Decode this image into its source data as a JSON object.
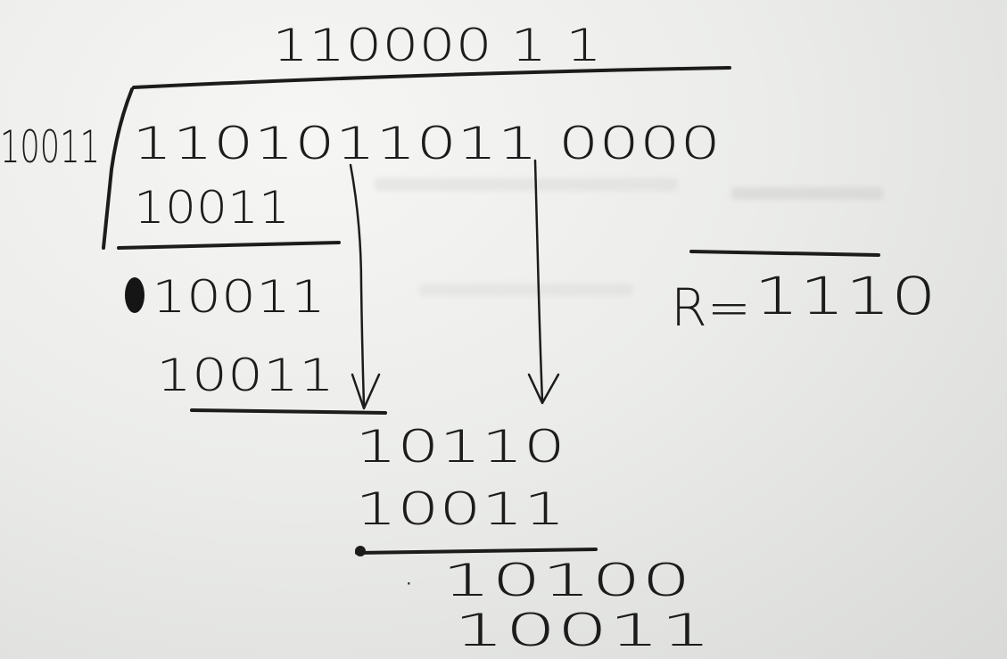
{
  "quotient": "110000 1 1",
  "divisor": "10011",
  "dividend": "1101011011 0000",
  "steps": [
    "10011",
    "10011",
    "10011",
    "10110",
    "10011",
    "10100",
    "10011"
  ],
  "dot_mark": "·",
  "remainder_label": "R=",
  "remainder": "1110",
  "colors": {
    "ink": "#1c1c1c",
    "paper": "#ecedeb"
  }
}
